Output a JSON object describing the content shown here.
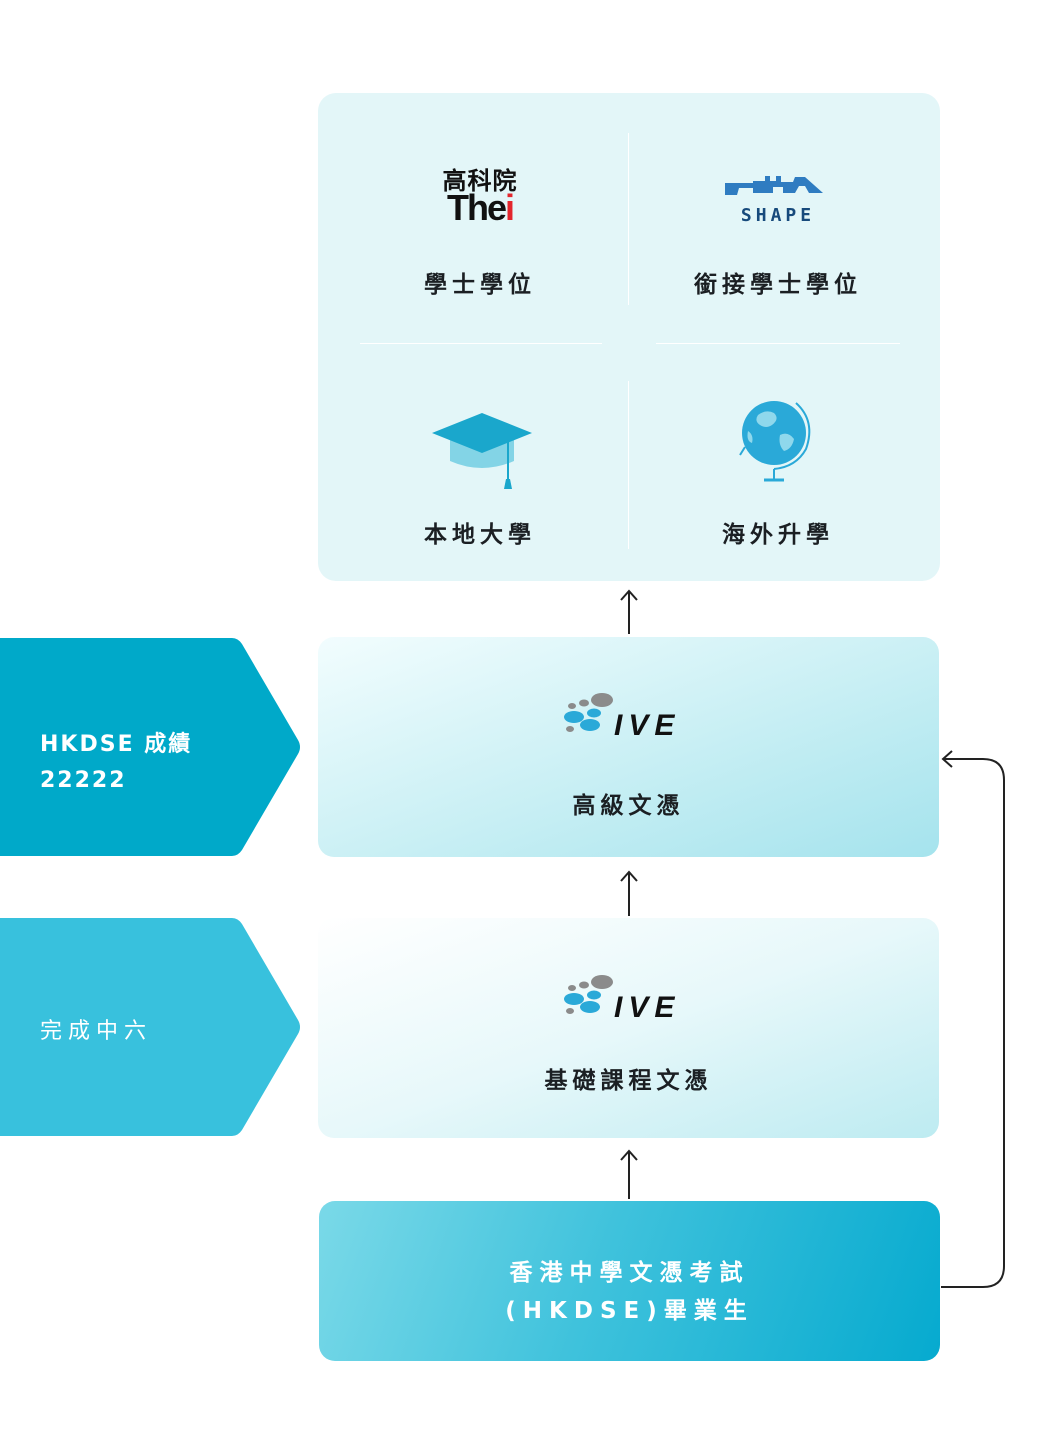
{
  "pathways": {
    "thei": {
      "logo_cn": "高科院",
      "logo_en_main": "The",
      "logo_en_i": "i",
      "label": "學士學位"
    },
    "shape": {
      "logo_text": "SHAPE",
      "label": "銜接學士學位"
    },
    "local": {
      "icon": "graduation-cap-icon",
      "label": "本地大學"
    },
    "overseas": {
      "icon": "globe-icon",
      "label": "海外升學"
    }
  },
  "higher_diploma": {
    "logo_text": "IVE",
    "title": "高級文憑"
  },
  "foundation_diploma": {
    "logo_text": "IVE",
    "title": "基礎課程文憑"
  },
  "dse": {
    "line1": "香港中學文憑考試",
    "line2": "(HKDSE)畢業生"
  },
  "entry_hd": {
    "line1": "HKDSE 成績",
    "line2": "22222"
  },
  "entry_fd": {
    "line1": "完成中六"
  },
  "colors": {
    "panel_bg": "#e3f6f8",
    "teal_dark": "#00a9c9",
    "teal_light": "#38c1dd",
    "ive_blue": "#2aa9d8",
    "ive_grey": "#8b8b8b",
    "thei_red": "#e3262d",
    "shape_blue": "#2f7cc1",
    "arrow": "#222222"
  }
}
